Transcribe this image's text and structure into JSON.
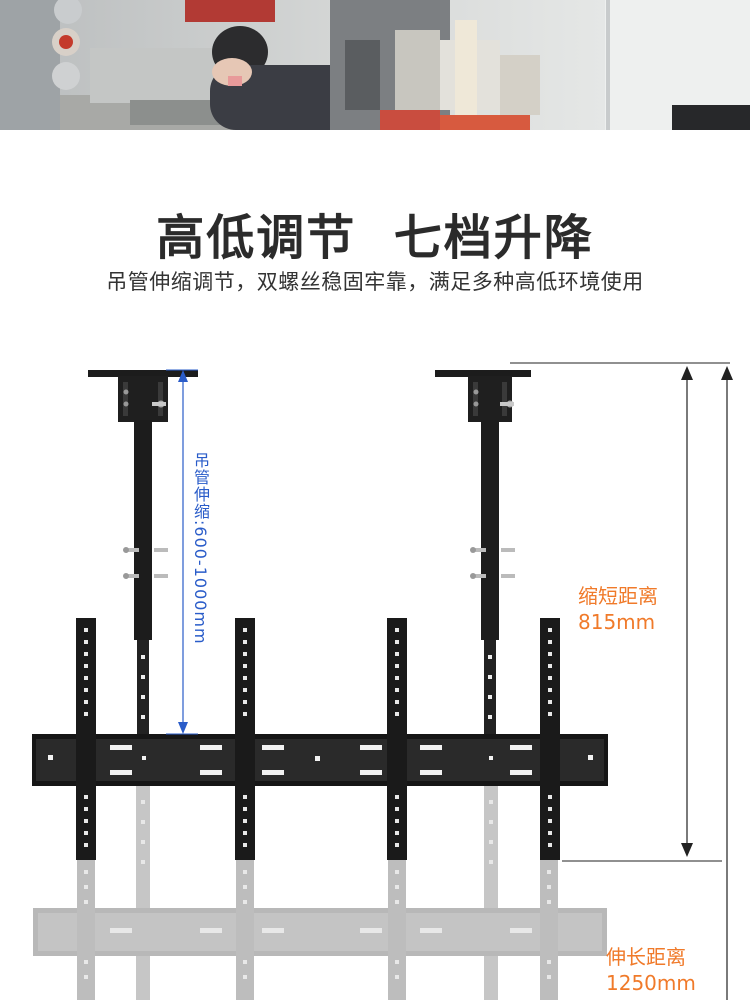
{
  "header": {
    "title": "高低调节  七档升降",
    "subtitle": "吊管伸缩调节，双螺丝稳固牢靠，满足多种高低环境使用"
  },
  "dimensions": {
    "pipe_extension": "吊管伸缩:600-1000mm",
    "short": {
      "label": "缩短距离",
      "value": "815mm"
    },
    "long": {
      "label": "伸长距离",
      "value": "1250mm"
    }
  },
  "colors": {
    "accent_orange": "#f07a2a",
    "dimension_blue": "#2a5cc9",
    "bracket_black": "#1a1a1a",
    "bracket_ghost": "#bdbdbd"
  },
  "icons": [
    "ceiling-plate-icon",
    "double-screw-icon",
    "mount-rail-icon"
  ]
}
